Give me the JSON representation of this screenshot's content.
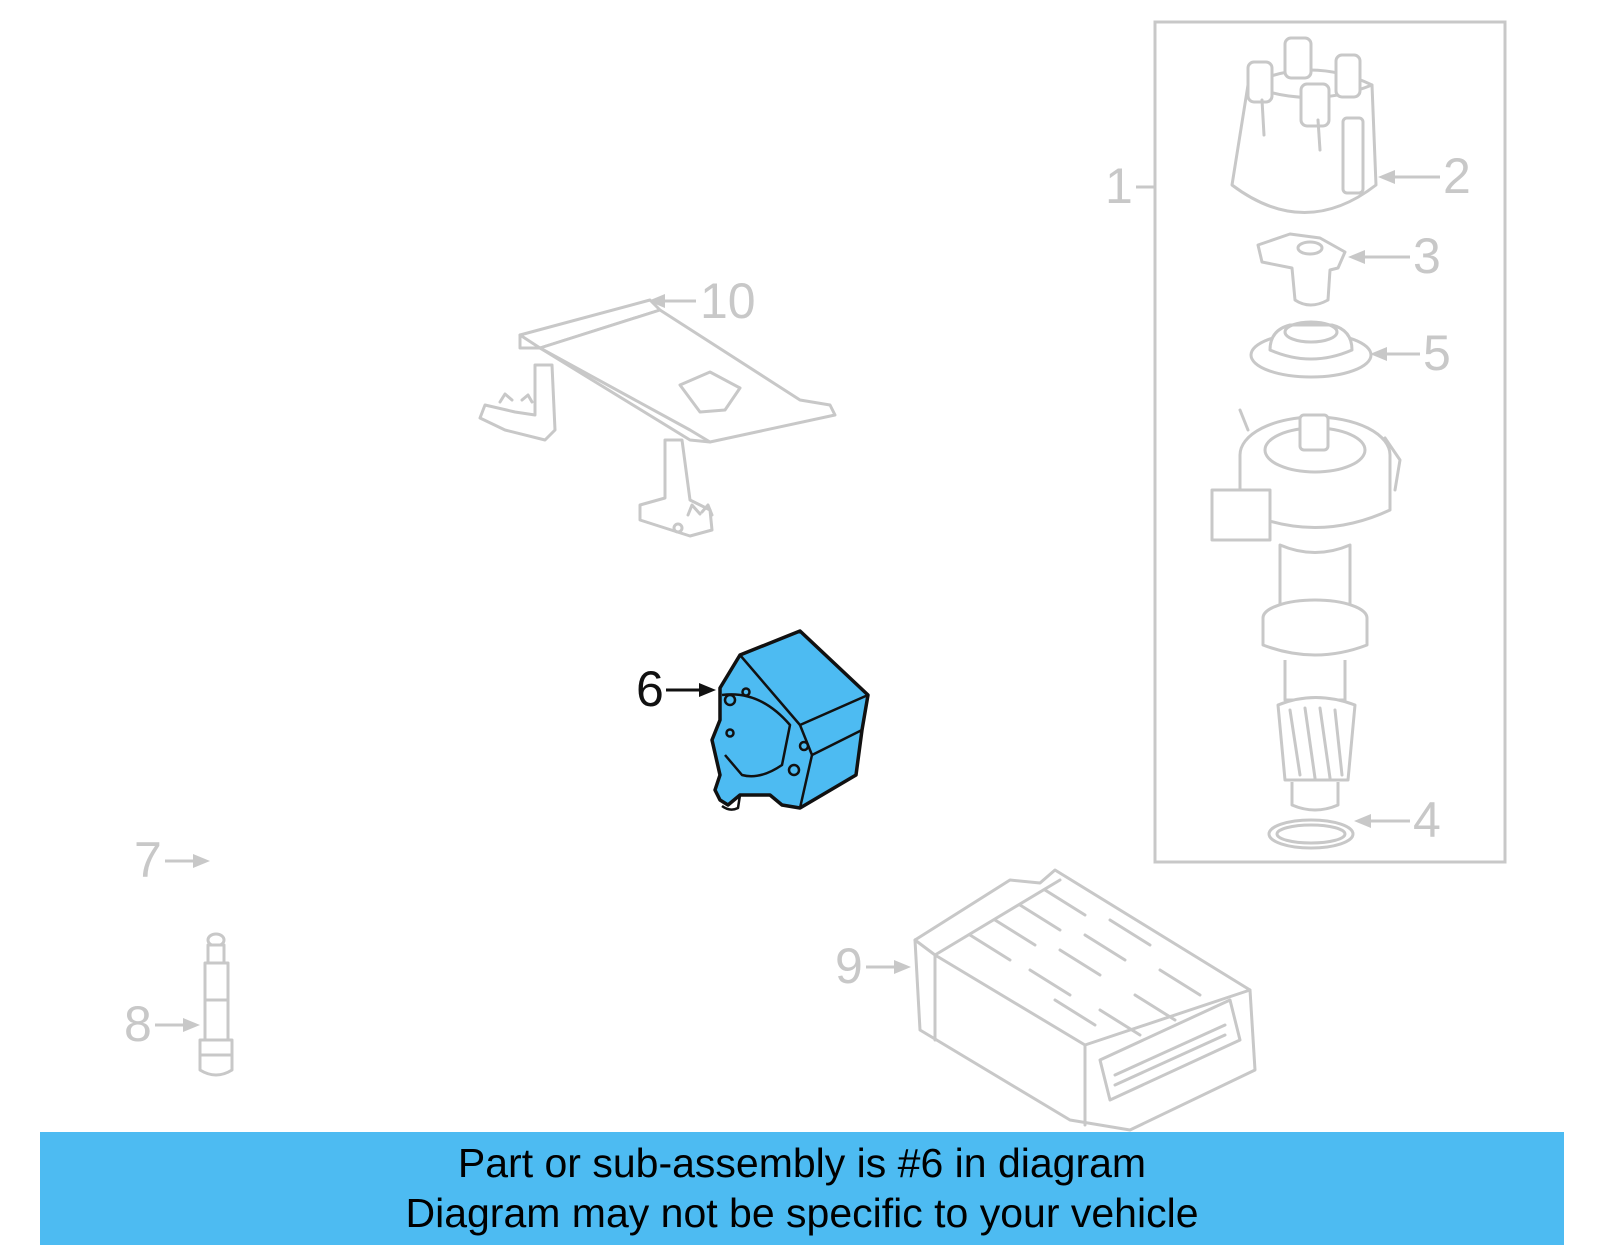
{
  "diagram": {
    "highlight_color": "#4dbbf2",
    "ghost_color": "#c8c8c8",
    "highlighted_part": "6",
    "callouts": [
      {
        "id": "1",
        "label": "1"
      },
      {
        "id": "2",
        "label": "2"
      },
      {
        "id": "3",
        "label": "3"
      },
      {
        "id": "4",
        "label": "4"
      },
      {
        "id": "5",
        "label": "5"
      },
      {
        "id": "6",
        "label": "6"
      },
      {
        "id": "7",
        "label": "7"
      },
      {
        "id": "8",
        "label": "8"
      },
      {
        "id": "9",
        "label": "9"
      },
      {
        "id": "10",
        "label": "10"
      }
    ]
  },
  "banner": {
    "line1": "Part or sub-assembly is #6 in diagram",
    "line2": "Diagram may not be specific to your vehicle"
  }
}
